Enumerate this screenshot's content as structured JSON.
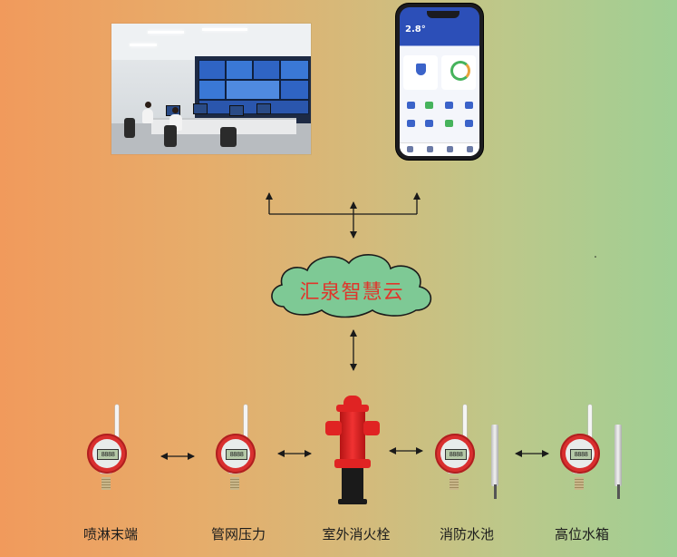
{
  "cloud": {
    "label": "汇泉智慧云"
  },
  "phone": {
    "temperature": "2.8°"
  },
  "sensor_display": "8888",
  "devices": [
    {
      "id": "sprinkler-end",
      "label": "喷淋末端"
    },
    {
      "id": "pipe-pressure",
      "label": "管网压力"
    },
    {
      "id": "outdoor-hydrant",
      "label": "室外消火栓"
    },
    {
      "id": "fire-pool",
      "label": "消防水池"
    },
    {
      "id": "high-tank",
      "label": "高位水箱"
    }
  ],
  "colors": {
    "cloud_fill": "#7ec995",
    "cloud_text": "#e0352b",
    "sensor_red": "#d92f2f",
    "hydrant_red": "#e02323"
  },
  "icons": [
    "control-room-photo",
    "mobile-app-phone",
    "cloud-icon",
    "pressure-sensor-icon",
    "fire-hydrant-icon",
    "level-probe-icon"
  ]
}
